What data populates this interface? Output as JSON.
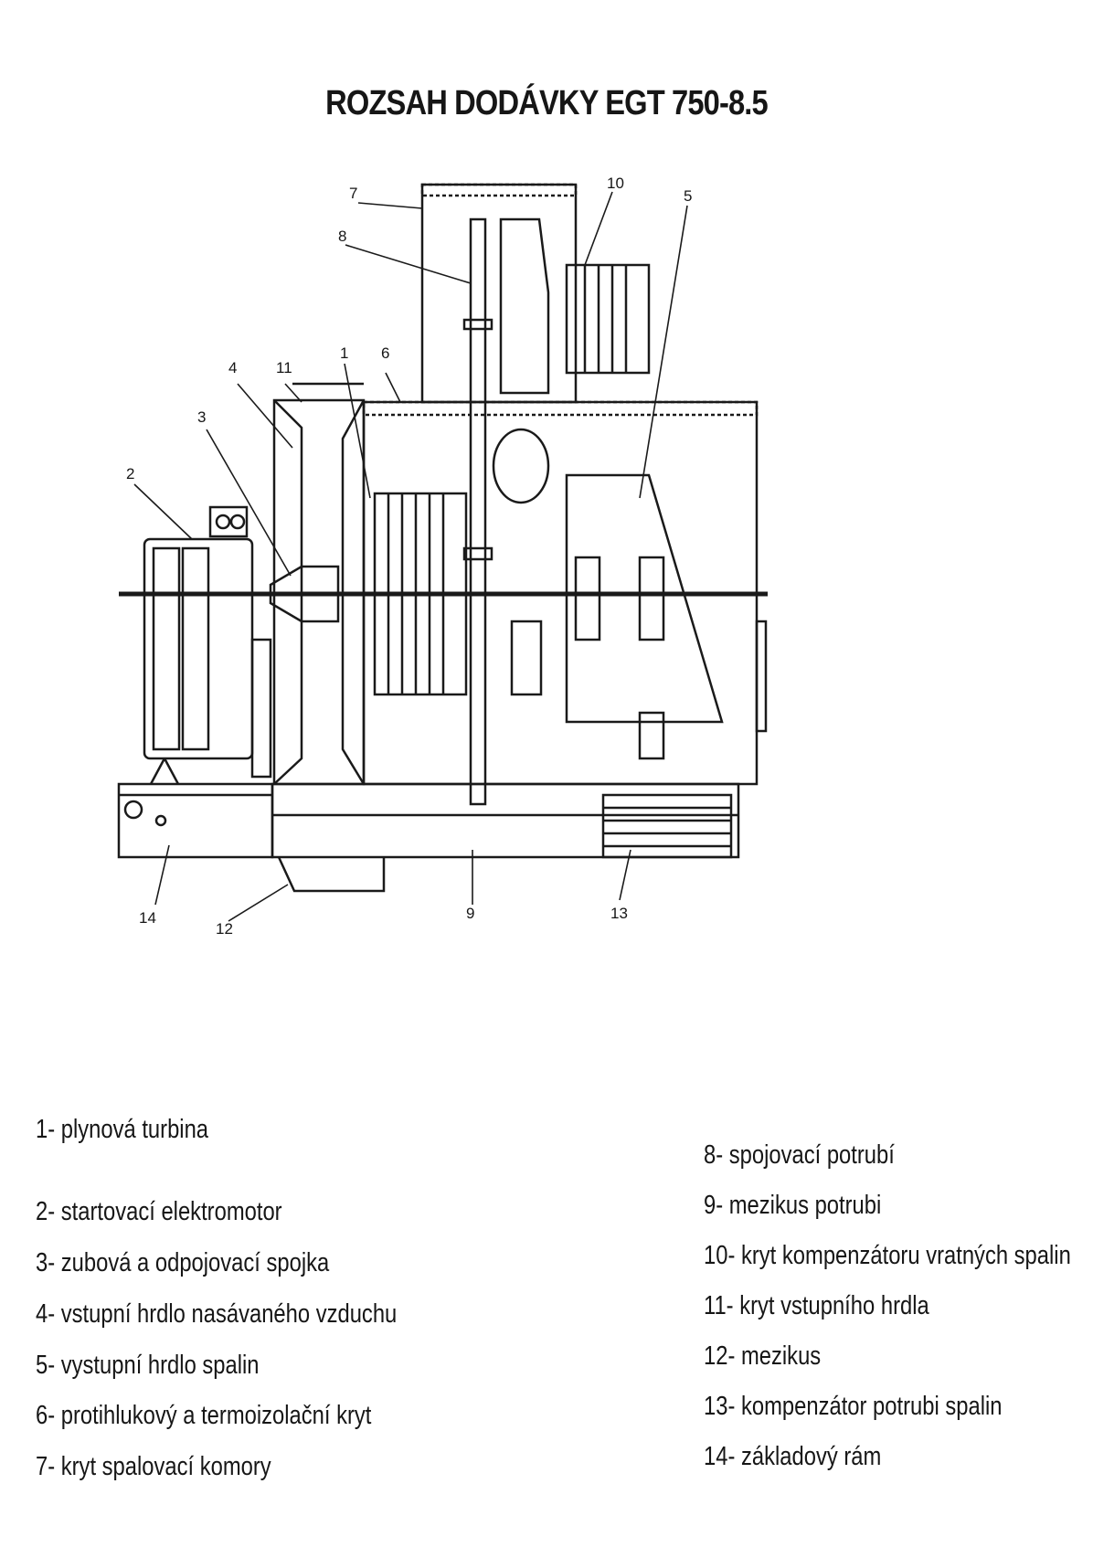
{
  "title": "ROZSAH DODÁVKY EGT 750-8.5",
  "callouts": {
    "c1": "1",
    "c2": "2",
    "c3": "3",
    "c4": "4",
    "c5": "5",
    "c6": "6",
    "c7": "7",
    "c8": "8",
    "c9": "9",
    "c10": "10",
    "c11": "11",
    "c12": "12",
    "c13": "13",
    "c14": "14"
  },
  "legend_left": [
    "1- plynová turbina",
    "2- startovací elektromotor",
    "3- zubová a odpojovací spojka",
    "4- vstupní hrdlo nasávaného vzduchu",
    "5- vystupní hrdlo spalin",
    "6- protihlukový a termoizolační kryt",
    "7- kryt spalovací komory"
  ],
  "legend_right": [
    "8- spojovací potrubí",
    "9- mezikus potrubi",
    "10- kryt kompenzátoru vratných spalin",
    "11- kryt vstupního hrdla",
    "12- mezikus",
    "13- kompenzátor potrubi spalin",
    "14- základový rám"
  ]
}
